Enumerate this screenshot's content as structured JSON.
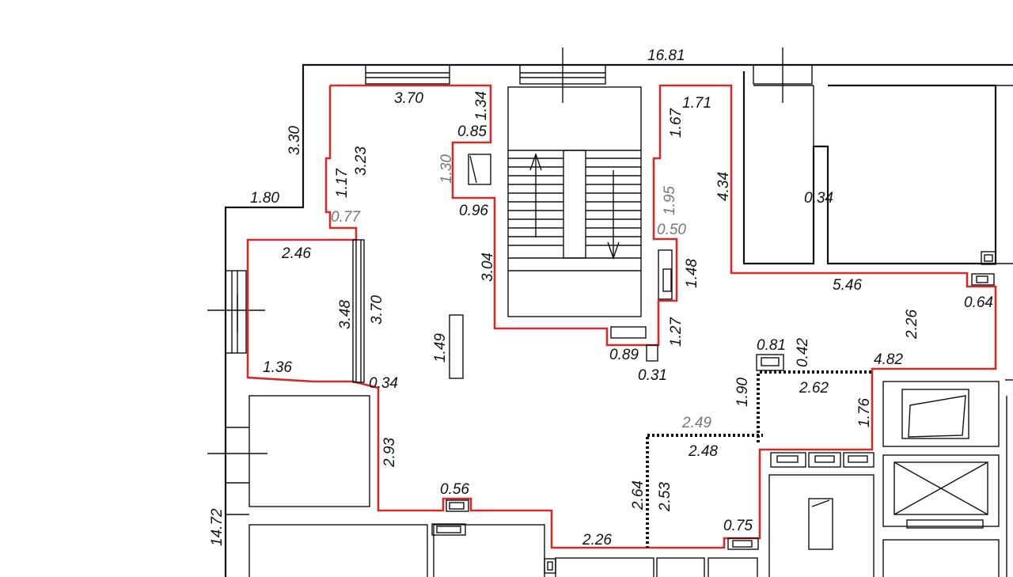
{
  "plan": {
    "dimensions": {
      "d_16_81": "16.81",
      "d_3_30": "3.30",
      "d_1_80": "1.80",
      "d_14_72": "14.72",
      "d_3_70_top": "3.70",
      "d_1_34": "1.34",
      "d_0_85": "0.85",
      "d_1_30": "1.30",
      "d_0_96": "0.96",
      "d_3_23": "3.23",
      "d_1_17": "1.17",
      "d_0_77": "0.77",
      "d_2_46": "2.46",
      "d_3_48": "3.48",
      "d_3_70_side": "3.70",
      "d_1_36": "1.36",
      "d_0_34_left": "0.34",
      "d_3_04": "3.04",
      "d_1_49": "1.49",
      "d_2_93": "2.93",
      "d_0_56": "0.56",
      "d_2_26_bottom": "2.26",
      "d_1_67": "1.67",
      "d_1_71": "1.71",
      "d_4_34": "4.34",
      "d_1_95": "1.95",
      "d_0_50": "0.50",
      "d_1_48": "1.48",
      "d_1_27": "1.27",
      "d_0_89": "0.89",
      "d_0_31": "0.31",
      "d_0_34_right": "0.34",
      "d_5_46": "5.46",
      "d_0_64": "0.64",
      "d_2_26_right": "2.26",
      "d_4_82": "4.82",
      "d_0_81": "0.81",
      "d_0_42": "0.42",
      "d_1_90": "1.90",
      "d_2_62": "2.62",
      "d_1_76": "1.76",
      "d_2_49": "2.49",
      "d_2_48": "2.48",
      "d_2_64": "2.64",
      "d_2_53": "2.53",
      "d_0_75": "0.75"
    }
  }
}
